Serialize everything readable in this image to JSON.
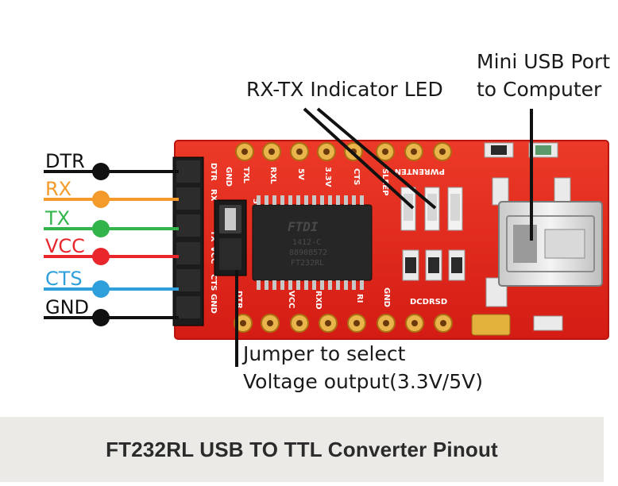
{
  "caption": "FT232RL USB TO TTL Converter Pinout",
  "callouts": {
    "usb_port": [
      "Mini USB Port",
      "to Computer"
    ],
    "led": "RX-TX Indicator LED",
    "jumper": [
      "Jumper to select",
      "Voltage output(3.3V/5V)"
    ]
  },
  "pins": [
    {
      "label": "DTR",
      "color": "#111111"
    },
    {
      "label": "RX",
      "color": "#f39a2b"
    },
    {
      "label": "TX",
      "color": "#33b44a"
    },
    {
      "label": "VCC",
      "color": "#e8262c"
    },
    {
      "label": "CTS",
      "color": "#2f9fdc"
    },
    {
      "label": "GND",
      "color": "#111111"
    }
  ],
  "board": {
    "top_silk": [
      "GND",
      "TXL",
      "RXL",
      "5V",
      "3.3V",
      "CTS",
      "SLEEP",
      "PWRENTEN"
    ],
    "bottom_silk": [
      "DTR",
      "VCC",
      "RXD",
      "RI",
      "GND",
      "DCDRSD"
    ],
    "header_silk": [
      "DTR",
      "RX",
      "TX",
      "VCC",
      "CTS",
      "GND"
    ],
    "jumper_silk": "5V",
    "chip_lines": [
      "FTDI",
      "1412-C",
      "88908572",
      "FT232RL"
    ]
  },
  "colors": {
    "board": "#e8281e",
    "board_edge": "#b81510",
    "silkscreen": "#ffffff",
    "caption_bg": "#ebeae7"
  }
}
